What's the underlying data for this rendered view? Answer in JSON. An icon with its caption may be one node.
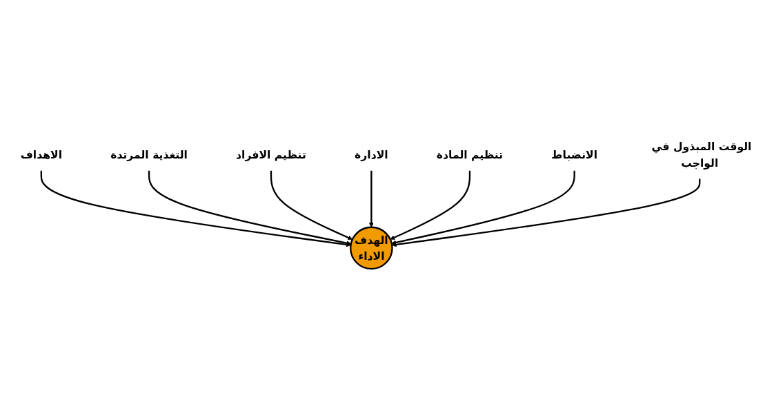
{
  "diagram": {
    "nodes": [
      {
        "text": [
          "الاهداف"
        ]
      },
      {
        "text": [
          "التغذية المرتدة"
        ]
      },
      {
        "text": [
          "تنظيم الافراد"
        ]
      },
      {
        "text": [
          "الهدف",
          "الاداء"
        ]
      },
      {
        "text": [
          "الادارة"
        ]
      },
      {
        "text": [
          "تنظيم المادة"
        ]
      },
      {
        "text": [
          "الانضباط"
        ]
      },
      {
        "text": [
          "الوقت المبذول في الواجب"
        ]
      }
    ],
    "edges": [
      {
        "from": 0,
        "to": 3,
        "arrow": "to"
      },
      {
        "from": 1,
        "to": 3,
        "arrow": "to"
      },
      {
        "from": 2,
        "to": 3,
        "arrow": "to"
      },
      {
        "from": 4,
        "to": 3,
        "arrow": "to"
      },
      {
        "from": 5,
        "to": 3,
        "arrow": "to"
      },
      {
        "from": 6,
        "to": 3,
        "arrow": "to"
      },
      {
        "from": 7,
        "to": 3,
        "arrow": "to"
      }
    ]
  }
}
